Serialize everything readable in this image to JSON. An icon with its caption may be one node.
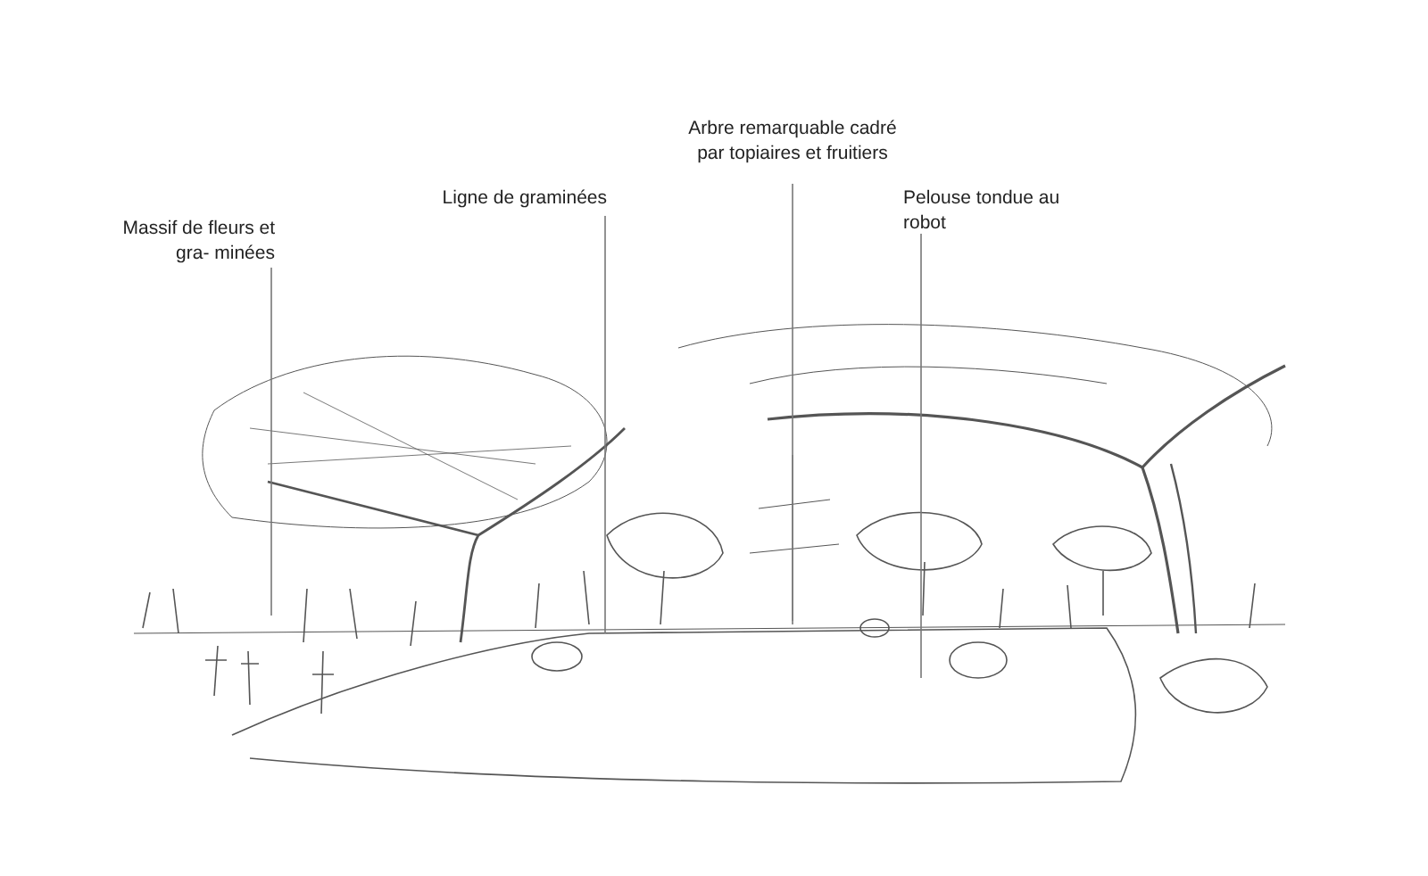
{
  "diagram": {
    "nodes": [
      {
        "text": [
          "Massif de fleurs et gra- minées"
        ]
      },
      {
        "text": [
          "Ligne de graminées"
        ]
      },
      {
        "text": [
          "Arbre remarquable cadré par topiaires et fruitiers"
        ]
      },
      {
        "text": [
          "Pelouse tondue au robot"
        ]
      }
    ],
    "edges": [
      {
        "from": 0,
        "to": null,
        "arrow": "none"
      },
      {
        "from": 1,
        "to": null,
        "arrow": "none"
      },
      {
        "from": 2,
        "to": null,
        "arrow": "none"
      },
      {
        "from": 3,
        "to": null,
        "arrow": "none"
      }
    ]
  }
}
